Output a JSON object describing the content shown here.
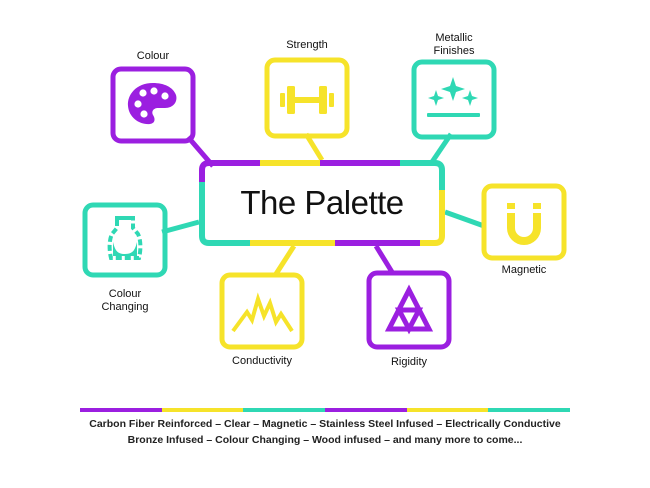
{
  "colors": {
    "purple": "#9b1fe0",
    "yellow": "#f6e32a",
    "teal": "#2fd8b4"
  },
  "center": {
    "title": "The Palette"
  },
  "nodes": {
    "colour": {
      "label": "Colour",
      "icon": "palette-icon"
    },
    "strength": {
      "label": "Strength",
      "icon": "dumbbell-icon"
    },
    "metallic": {
      "label_line1": "Metallic",
      "label_line2": "Finishes",
      "icon": "sparkle-icon"
    },
    "magnetic": {
      "label": "Magnetic",
      "icon": "magnet-icon"
    },
    "rigidity": {
      "label": "Rigidity",
      "icon": "triangle-icon"
    },
    "conductivity": {
      "label": "Conductivity",
      "icon": "zigzag-icon"
    },
    "colour_changing": {
      "label_line1": "Colour",
      "label_line2": "Changing",
      "icon": "flask-icon"
    }
  },
  "footer": {
    "line1": "Carbon Fiber Reinforced  – Clear – Magnetic – Stainless Steel Infused – Electrically Conductive",
    "line2": "Bronze Infused – Colour Changing – Wood infused – and many more to come..."
  }
}
